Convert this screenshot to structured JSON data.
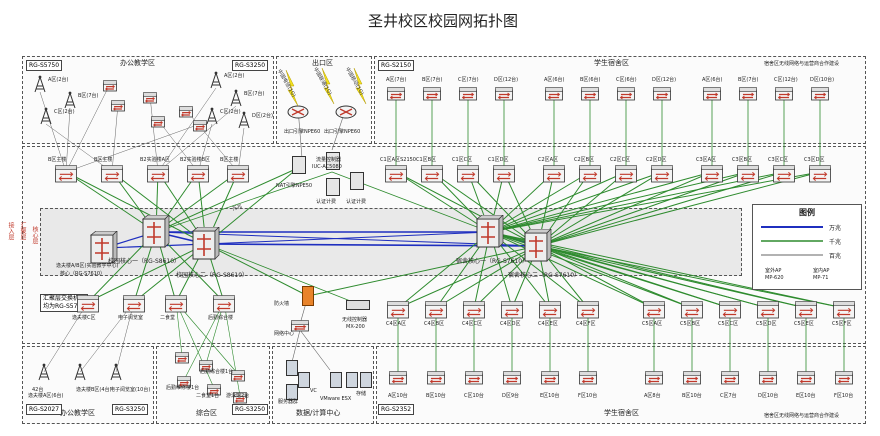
{
  "title": "圣井校区校园网拓扑图",
  "zones": {
    "office_top": "办公教学区",
    "exit": "出口区",
    "dorm_top": "学生宿舍区",
    "dorm_top_note": "宿舍区无线网络与运营商合作建设",
    "office_bottom": "办公教学区",
    "integrated": "综合区",
    "datacenter": "数据/计算中心",
    "dorm_bottom": "学生宿舍区",
    "dorm_bottom_note": "宿舍区无线网络与运营商合作建设"
  },
  "layers": {
    "access": "接入层",
    "aggregation": "汇聚层",
    "core": "核心层"
  },
  "models": {
    "tl": "RG-S5750",
    "tr": "RG-S3250",
    "dorm_top": "RG-S2150",
    "bl": "RG-S2027",
    "bm": "RG-S3250",
    "bc": "RG-S3250",
    "br": "RG-S2352",
    "agg_note_1": "汇聚层交换机",
    "agg_note_2": "均为RG-S5750"
  },
  "exit_devices": {
    "telecom": "中国电信(1G)",
    "unicom": "中国联通(1G)",
    "mobile": "中国移动(1G)",
    "r1": "出口引擎NPE60",
    "r2": "出口引擎NPE60",
    "nat": "NAT引擎NPE50",
    "flow": "流量控制器",
    "ac": "IUC-AC5080",
    "auth1": "认证计费",
    "auth2": "认证计费"
  },
  "office_ap": [
    "A区(2台)",
    "B区(7台)",
    "C区(2台)",
    "A区(2台)",
    "B区(7台)",
    "C区(2台)",
    "D区(2台)"
  ],
  "agg_left": [
    "B区主楼",
    "B区主楼",
    "B2实验楼A区",
    "B2实验楼B区",
    "B区主楼"
  ],
  "core_labels": {
    "c1": "校园核心一（RG-S8610）",
    "c2": "校园核心二（RG-S8610）",
    "c3": "宿舍核心一（RG-S7610）",
    "c4": "宿舍核心二（RG-S7610）",
    "side1": "逸夫楼A/B区(实验教学中心)",
    "side2": "核心（RG-S7610）"
  },
  "link_ann": "万兆",
  "dorm_agg_top": [
    "C1区A区S2150",
    "C1区B区",
    "C1区C区",
    "C1区D区",
    "C2区A区",
    "C2区B区",
    "C2区C区",
    "C2区D区",
    "C3区A区",
    "C3区B区",
    "C3区C区",
    "C3区D区"
  ],
  "dorm_access_top": [
    "A区(7台)",
    "B区(7台)",
    "C区(7台)",
    "D区(12台)",
    "A区(6台)",
    "B区(6台)",
    "C区(6台)",
    "D区(12台)",
    "A区(6台)",
    "B区(7台)",
    "C区(12台)",
    "D区(10台)"
  ],
  "dorm_agg_bottom": [
    "C4区A区",
    "C4区B区",
    "C4区C区",
    "C4区D区",
    "C4区E区",
    "C4区F区",
    "C5区A区",
    "C5区B区",
    "C5区C区",
    "C5区D区",
    "C5区E区",
    "C5区F区"
  ],
  "dorm_access_bottom": [
    "A区10台",
    "B区10台",
    "C区10台",
    "D区9台",
    "E区10台",
    "F区10台",
    "A区8台",
    "B区10台",
    "C区7台",
    "D区10台",
    "E区10台",
    "F区10台"
  ],
  "agg_left_bottom": [
    "逸夫楼C区",
    "电子阅览室",
    "二食堂",
    "后勤综合楼"
  ],
  "ap_bottom": [
    "逸夫楼A区(6台)",
    "逸夫楼B区(4台)",
    "电子阅览室(10台)"
  ],
  "ap_bottom_label_extra": "42台",
  "integrated_ap": [
    "后勤综合楼1台",
    "二食堂1台",
    "后勤维修楼1台",
    "游泳馆2台"
  ],
  "datacenter": {
    "firewall": "防火墙",
    "wlc": "无线控制器",
    "wlc_model": "MX-200",
    "server_sw": "网络中心",
    "servers": "服务器群",
    "vc": "VC",
    "vmware": "VMware ESX",
    "storage": "存储"
  },
  "legend": {
    "title": "图例",
    "items": [
      {
        "label": "万兆",
        "color": "#1f2fbf"
      },
      {
        "label": "千兆",
        "color": "#2e8b2e"
      },
      {
        "label": "百兆",
        "color": "#666666"
      }
    ],
    "ap_indoor": "室外AP",
    "ap_indoor_model": "MP-620",
    "ap_outdoor": "室内AP",
    "ap_outdoor_model": "MP-71"
  },
  "colors": {
    "tenG": "#1f2fbf",
    "oneG": "#2e8b2e",
    "hundredM": "#666666",
    "switch": "#c0392b"
  }
}
